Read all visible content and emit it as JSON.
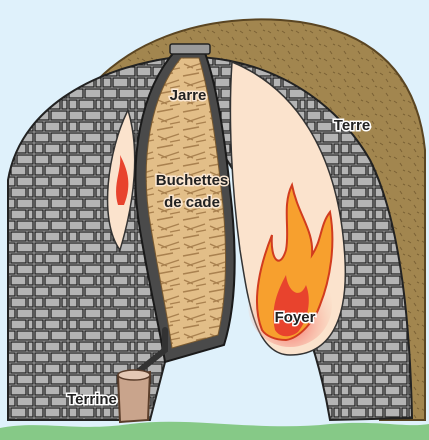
{
  "labels": {
    "jarre": "Jarre",
    "terre": "Terre",
    "buchettes_line1": "Buchettes",
    "buchettes_line2": "de cade",
    "foyer": "Foyer",
    "terrine": "Terrine"
  },
  "colors": {
    "sky": "#dff1fb",
    "earth": "#a2864f",
    "stone": "#bdbdbd",
    "stone_outline": "#222222",
    "chamber": "#fbe3cd",
    "wood": "#d8b27a",
    "flame_red": "#e8432d",
    "flame_orange": "#f7a02e",
    "jar_wall": "#4a4a4a",
    "terrine": "#c9a48c",
    "grass": "#6fbf6a"
  }
}
